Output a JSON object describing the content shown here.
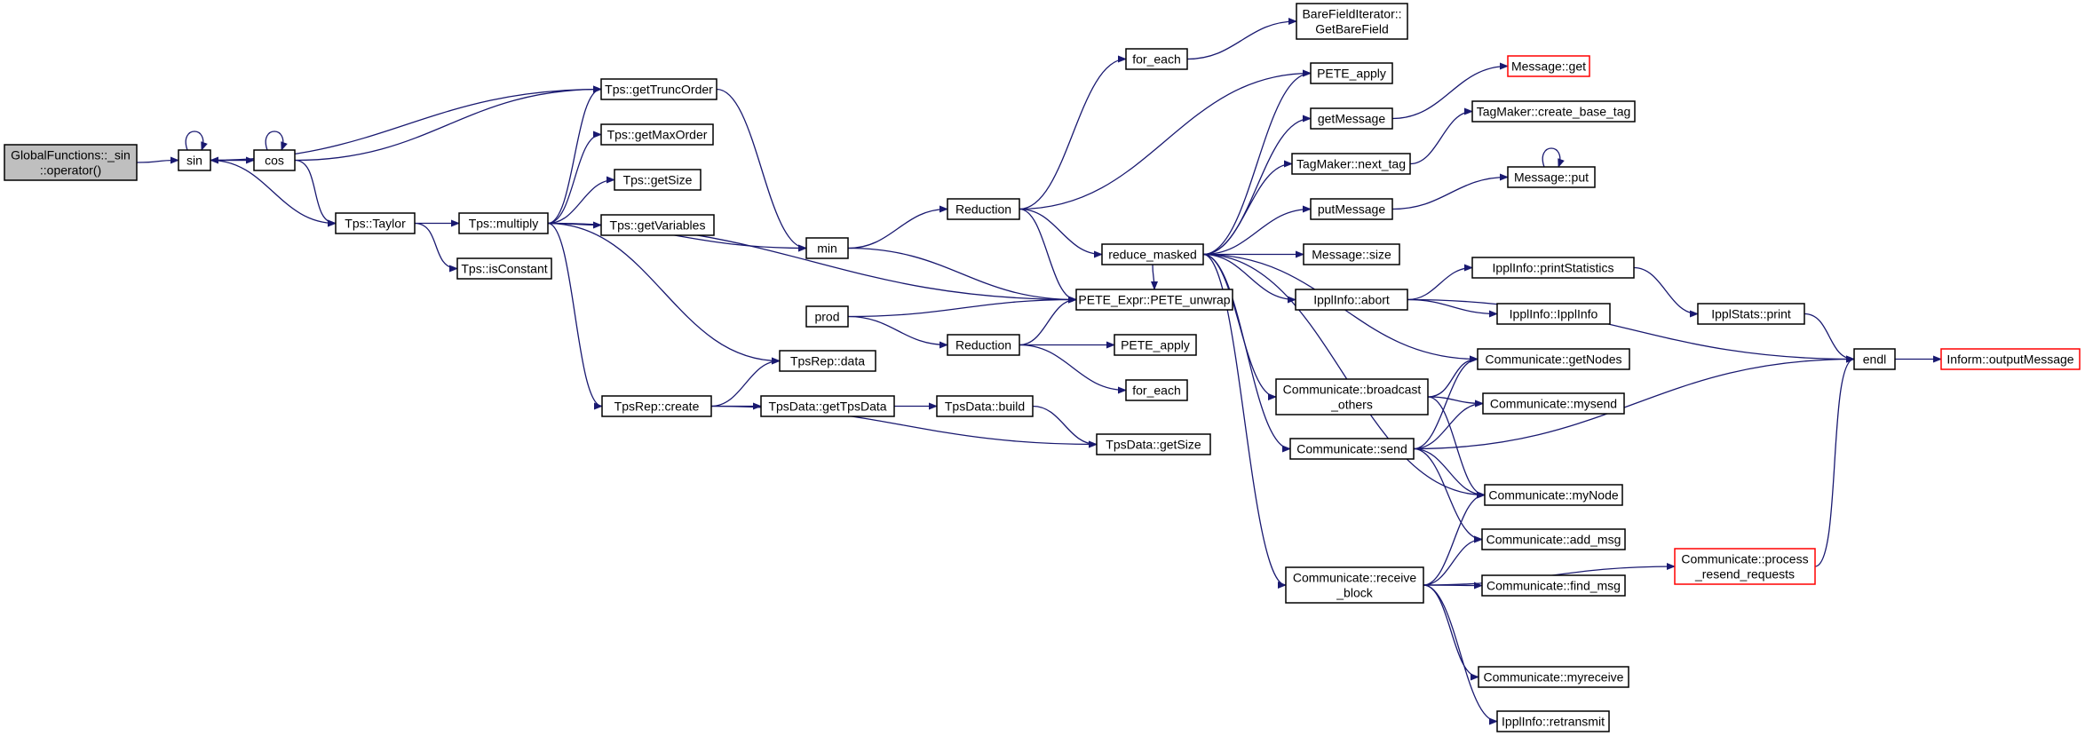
{
  "colors": {
    "edge": "#191970",
    "node_border": "#000000",
    "truncated_border": "#ff0000",
    "root_fill": "#bfbfbf"
  },
  "nodes": [
    {
      "id": "root",
      "lines": [
        "GlobalFunctions::_sin",
        "::operator()"
      ],
      "style": "root"
    },
    {
      "id": "sin",
      "lines": [
        "sin"
      ]
    },
    {
      "id": "cos",
      "lines": [
        "cos"
      ]
    },
    {
      "id": "taylor",
      "lines": [
        "Tps::Taylor"
      ]
    },
    {
      "id": "multiply",
      "lines": [
        "Tps::multiply"
      ]
    },
    {
      "id": "isconst",
      "lines": [
        "Tps::isConstant"
      ]
    },
    {
      "id": "trunc",
      "lines": [
        "Tps::getTruncOrder"
      ]
    },
    {
      "id": "maxorder",
      "lines": [
        "Tps::getMaxOrder"
      ]
    },
    {
      "id": "tpssize",
      "lines": [
        "Tps::getSize"
      ]
    },
    {
      "id": "tpsvars",
      "lines": [
        "Tps::getVariables"
      ]
    },
    {
      "id": "min",
      "lines": [
        "min"
      ]
    },
    {
      "id": "prod",
      "lines": [
        "prod"
      ]
    },
    {
      "id": "repdata",
      "lines": [
        "TpsRep::data"
      ]
    },
    {
      "id": "repcreate",
      "lines": [
        "TpsRep::create"
      ]
    },
    {
      "id": "gettpsdata",
      "lines": [
        "TpsData::getTpsData"
      ]
    },
    {
      "id": "build",
      "lines": [
        "TpsData::build"
      ]
    },
    {
      "id": "datasize",
      "lines": [
        "TpsData::getSize"
      ]
    },
    {
      "id": "red1",
      "lines": [
        "Reduction"
      ]
    },
    {
      "id": "red2",
      "lines": [
        "Reduction"
      ]
    },
    {
      "id": "foreach1",
      "lines": [
        "for_each"
      ]
    },
    {
      "id": "foreach2",
      "lines": [
        "for_each"
      ]
    },
    {
      "id": "bare",
      "lines": [
        "BareFieldIterator::",
        "GetBareField"
      ]
    },
    {
      "id": "peteapply1",
      "lines": [
        "PETE_apply"
      ]
    },
    {
      "id": "peteapply2",
      "lines": [
        "PETE_apply"
      ]
    },
    {
      "id": "reduce",
      "lines": [
        "reduce_masked"
      ]
    },
    {
      "id": "unwrap",
      "lines": [
        "PETE_Expr::PETE_unwrap"
      ]
    },
    {
      "id": "getmessage",
      "lines": [
        "getMessage"
      ]
    },
    {
      "id": "msgget",
      "lines": [
        "Message::get"
      ],
      "style": "trunc"
    },
    {
      "id": "createbasetag",
      "lines": [
        "TagMaker::create_base_tag"
      ]
    },
    {
      "id": "nexttag",
      "lines": [
        "TagMaker::next_tag"
      ]
    },
    {
      "id": "msgput",
      "lines": [
        "Message::put"
      ]
    },
    {
      "id": "putmessage",
      "lines": [
        "putMessage"
      ]
    },
    {
      "id": "msgsize",
      "lines": [
        "Message::size"
      ]
    },
    {
      "id": "abort",
      "lines": [
        "IpplInfo::abort"
      ]
    },
    {
      "id": "printstats",
      "lines": [
        "IpplInfo::printStatistics"
      ]
    },
    {
      "id": "ipplinfo",
      "lines": [
        "IpplInfo::IpplInfo"
      ]
    },
    {
      "id": "statsprint",
      "lines": [
        "IpplStats::print"
      ]
    },
    {
      "id": "endl",
      "lines": [
        "endl"
      ]
    },
    {
      "id": "outmsg",
      "lines": [
        "Inform::outputMessage"
      ],
      "style": "trunc"
    },
    {
      "id": "getnodes",
      "lines": [
        "Communicate::getNodes"
      ]
    },
    {
      "id": "bcast",
      "lines": [
        "Communicate::broadcast",
        "_others"
      ]
    },
    {
      "id": "mysend",
      "lines": [
        "Communicate::mysend"
      ]
    },
    {
      "id": "send",
      "lines": [
        "Communicate::send"
      ]
    },
    {
      "id": "mynode",
      "lines": [
        "Communicate::myNode"
      ]
    },
    {
      "id": "addmsg",
      "lines": [
        "Communicate::add_msg"
      ]
    },
    {
      "id": "recvblock",
      "lines": [
        "Communicate::receive",
        "_block"
      ]
    },
    {
      "id": "findmsg",
      "lines": [
        "Communicate::find_msg"
      ]
    },
    {
      "id": "resend",
      "lines": [
        "Communicate::process",
        "_resend_requests"
      ],
      "style": "trunc"
    },
    {
      "id": "myreceive",
      "lines": [
        "Communicate::myreceive"
      ]
    },
    {
      "id": "retransmit",
      "lines": [
        "IpplInfo::retransmit"
      ]
    }
  ],
  "edges": [
    [
      "root",
      "sin"
    ],
    [
      "sin",
      "sin"
    ],
    [
      "sin",
      "cos"
    ],
    [
      "cos",
      "cos"
    ],
    [
      "cos",
      "sin"
    ],
    [
      "sin",
      "trunc"
    ],
    [
      "sin",
      "taylor"
    ],
    [
      "cos",
      "trunc"
    ],
    [
      "cos",
      "taylor"
    ],
    [
      "taylor",
      "multiply"
    ],
    [
      "taylor",
      "isconst"
    ],
    [
      "multiply",
      "trunc"
    ],
    [
      "multiply",
      "maxorder"
    ],
    [
      "multiply",
      "tpssize"
    ],
    [
      "multiply",
      "tpsvars"
    ],
    [
      "multiply",
      "min"
    ],
    [
      "multiply",
      "unwrap"
    ],
    [
      "multiply",
      "repdata"
    ],
    [
      "multiply",
      "repcreate"
    ],
    [
      "trunc",
      "min"
    ],
    [
      "min",
      "red1"
    ],
    [
      "min",
      "unwrap"
    ],
    [
      "prod",
      "unwrap"
    ],
    [
      "prod",
      "red2"
    ],
    [
      "repcreate",
      "repdata"
    ],
    [
      "repcreate",
      "gettpsdata"
    ],
    [
      "repcreate",
      "datasize"
    ],
    [
      "gettpsdata",
      "build"
    ],
    [
      "build",
      "datasize"
    ],
    [
      "red1",
      "foreach1"
    ],
    [
      "red1",
      "peteapply1"
    ],
    [
      "red1",
      "reduce"
    ],
    [
      "red1",
      "unwrap"
    ],
    [
      "red2",
      "peteapply2"
    ],
    [
      "red2",
      "foreach2"
    ],
    [
      "red2",
      "unwrap"
    ],
    [
      "foreach1",
      "bare"
    ],
    [
      "reduce",
      "unwrap"
    ],
    [
      "reduce",
      "peteapply1"
    ],
    [
      "reduce",
      "getmessage"
    ],
    [
      "reduce",
      "nexttag"
    ],
    [
      "reduce",
      "putmessage"
    ],
    [
      "reduce",
      "msgsize"
    ],
    [
      "reduce",
      "abort"
    ],
    [
      "reduce",
      "getnodes"
    ],
    [
      "reduce",
      "bcast"
    ],
    [
      "reduce",
      "send"
    ],
    [
      "reduce",
      "mynode"
    ],
    [
      "reduce",
      "recvblock"
    ],
    [
      "getmessage",
      "msgget"
    ],
    [
      "nexttag",
      "createbasetag"
    ],
    [
      "putmessage",
      "msgput"
    ],
    [
      "msgput",
      "msgput"
    ],
    [
      "abort",
      "printstats"
    ],
    [
      "abort",
      "ipplinfo"
    ],
    [
      "abort",
      "endl"
    ],
    [
      "printstats",
      "statsprint"
    ],
    [
      "statsprint",
      "endl"
    ],
    [
      "endl",
      "outmsg"
    ],
    [
      "bcast",
      "getnodes"
    ],
    [
      "bcast",
      "mysend"
    ],
    [
      "bcast",
      "mynode"
    ],
    [
      "send",
      "getnodes"
    ],
    [
      "send",
      "mysend"
    ],
    [
      "send",
      "mynode"
    ],
    [
      "send",
      "addmsg"
    ],
    [
      "send",
      "endl"
    ],
    [
      "recvblock",
      "mynode"
    ],
    [
      "recvblock",
      "addmsg"
    ],
    [
      "recvblock",
      "findmsg"
    ],
    [
      "recvblock",
      "resend"
    ],
    [
      "recvblock",
      "myreceive"
    ],
    [
      "recvblock",
      "retransmit"
    ],
    [
      "resend",
      "endl"
    ]
  ]
}
